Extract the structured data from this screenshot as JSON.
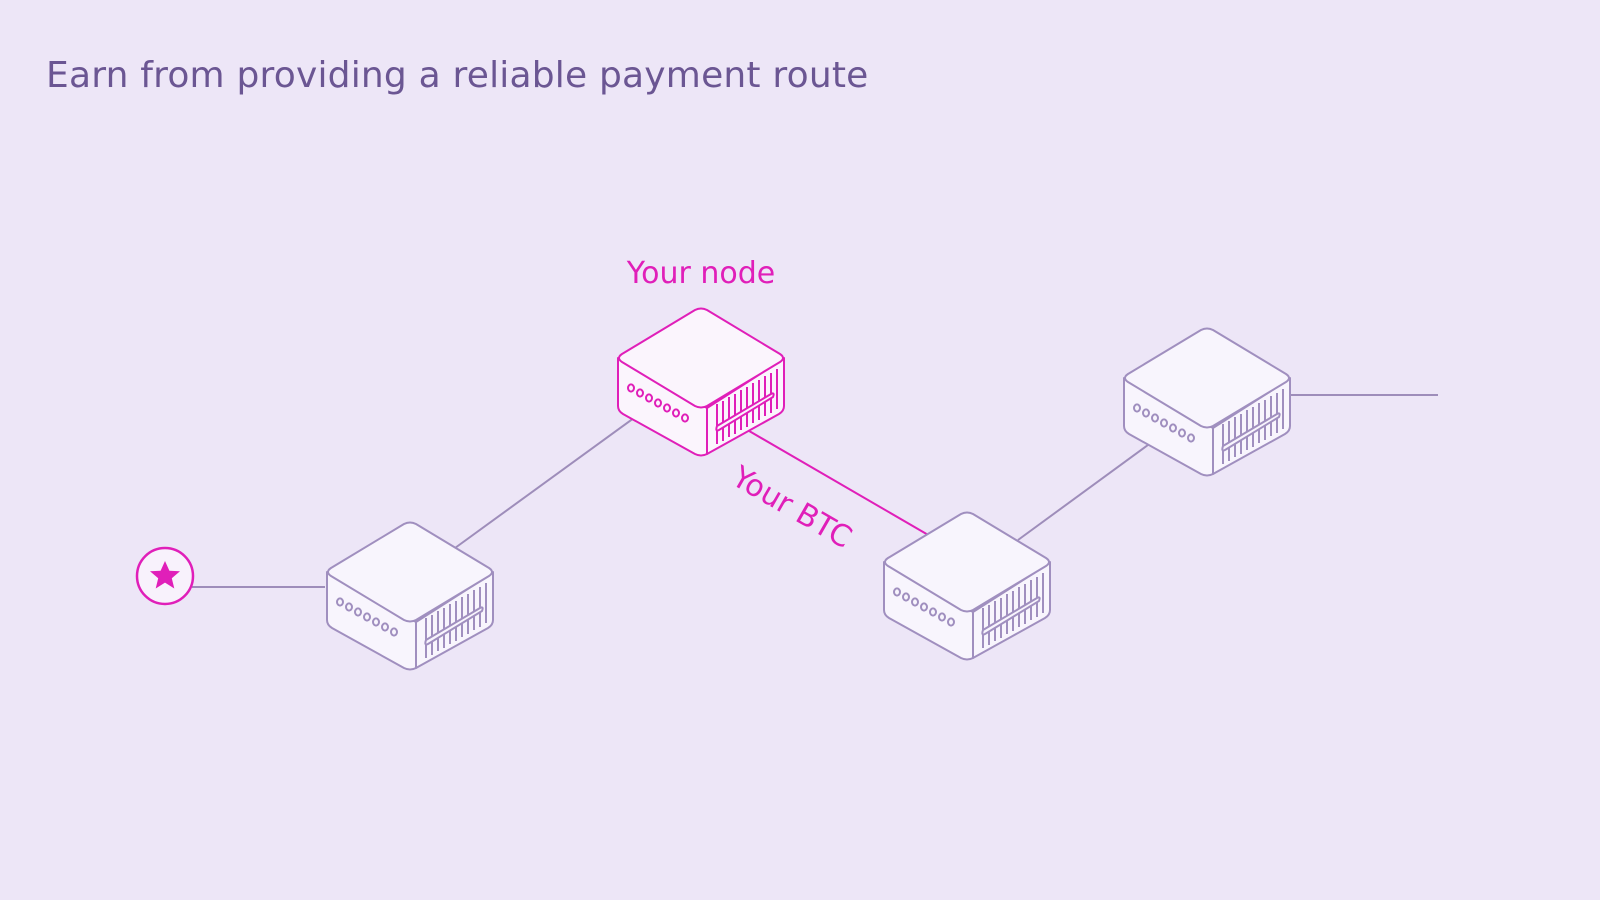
{
  "page": {
    "headline": "Earn from providing a reliable payment route"
  },
  "diagram": {
    "your_node_label": "Your node",
    "channel_label": "Your BTC",
    "nodes": [
      {
        "id": "node-left",
        "highlighted": false
      },
      {
        "id": "your-node",
        "highlighted": true
      },
      {
        "id": "node-middle-right",
        "highlighted": false
      },
      {
        "id": "node-far-right",
        "highlighted": false
      }
    ],
    "endpoint_icon": "star-icon"
  },
  "colors": {
    "background": "#ede6f7",
    "headline": "#6b5693",
    "node_stroke": "#a08fbf",
    "node_fill": "#f8f5fd",
    "highlight": "#e01fb9",
    "line": "#9e8dba"
  }
}
